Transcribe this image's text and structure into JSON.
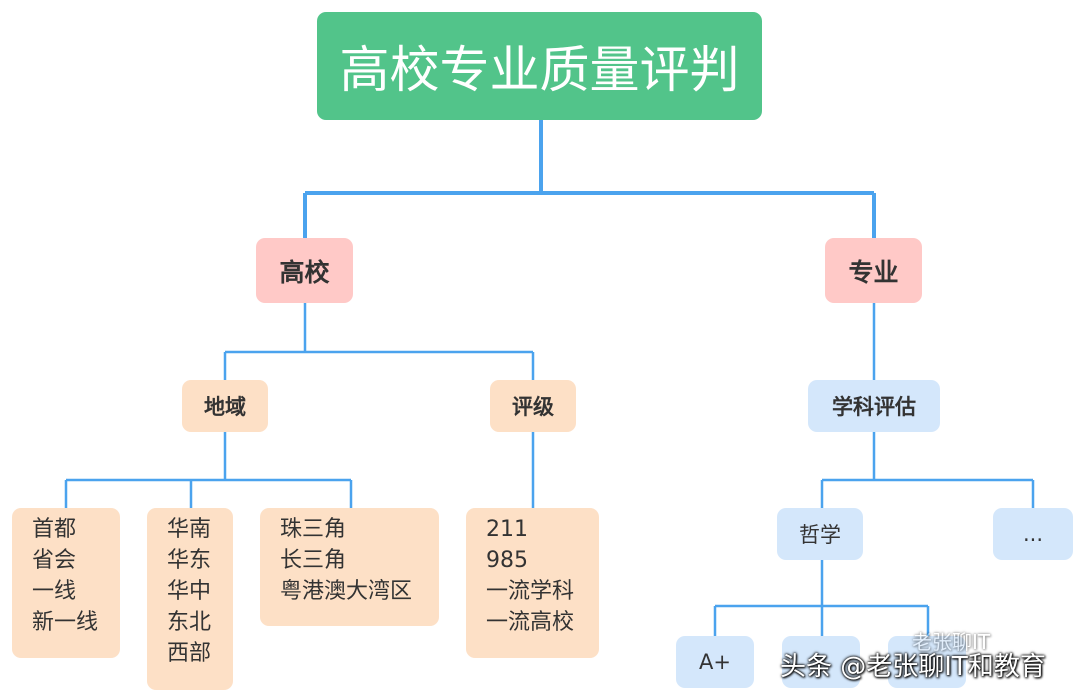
{
  "root": "高校专业质量评判",
  "level1": {
    "left": "高校",
    "right": "专业"
  },
  "level2": {
    "region": "地域",
    "rank": "评级",
    "discipline": "学科评估"
  },
  "leaves": {
    "region_a": [
      "首都",
      "省会",
      "一线",
      "新一线"
    ],
    "region_b": [
      "华南",
      "华东",
      "华中",
      "东北",
      "西部"
    ],
    "region_c": [
      "珠三角",
      "长三角",
      "粤港澳大湾区"
    ],
    "rank": [
      "211",
      "985",
      "一流学科",
      "一流高校"
    ]
  },
  "discipline_children": {
    "philosophy": "哲学",
    "more": "..."
  },
  "grades": [
    "A+",
    "",
    ""
  ],
  "watermark": {
    "faded": "老张聊IT",
    "main": "头条 @老张聊IT和教育"
  },
  "colors": {
    "root": "#52c48a",
    "line": "#4ba3ee",
    "pink": "#ffc9c7",
    "peach": "#fde0c6",
    "blue": "#d4e7fb"
  }
}
